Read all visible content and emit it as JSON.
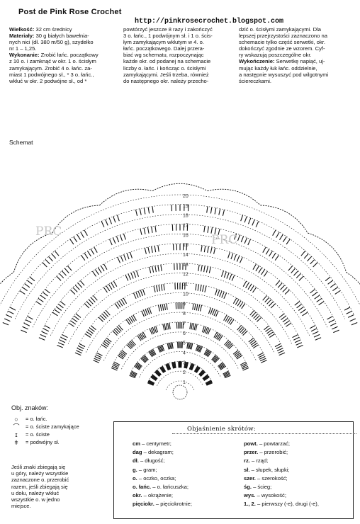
{
  "header": {
    "title": "Post de Pink Rose Crochet",
    "url": "http://pinkrosecrochet.blogspot.com"
  },
  "text": {
    "col1": [
      {
        "b": "Wielkość:",
        "t": " 32 cm średnicy"
      },
      {
        "b": "Materiały:",
        "t": " 30 g białych bawełnia-\nnych nici (dł. 380 m/50 g), szydełko\nnr 1 – 1,25."
      },
      {
        "b": "Wykonanie:",
        "t": " Zrobić łańc. początkowy\nz 10 o. i zamknąć w okr. 1 o. ścisłym\nzamykającym. Zrobić 4 o. łańc. za-\nmiast 1 podwójnego sł., * 3 o. łańc.,\nwkłuć w okr. 2 podwójne sł., od *"
      }
    ],
    "col2": "powtórzyć jeszcze 8 razy i zakończyć\n3 o. łańc., 1 podwójnym sł. i 1 o. ścis-\nłym zamykającym wkłutym w 4. o.\nłańc. początkowego. Dalej przera-\nbiać wg schematu, rozpoczynając\nkażde okr. od podanej na schemacie\nliczby o. łańc. i kończąc o. ścisłymi\nzamykającymi. Jeśli trzeba, również\ndo następnego okr. należy przecho-",
    "col3": [
      {
        "t": "dzić o. ścisłymi zamykającymi. Dla\nlepszej przejrzystości zaznaczono na\nschemacie tylko część serwetki, okr.\ndokończyć zgodnie ze wzorem. Cyf-\nry wskazują poszczególne okr."
      },
      {
        "b": "Wykończenie:",
        "t": " Serwetkę napiąć, uj-\nmując każdy łuk łańc. oddzielnie,\na następnie wysuszyć pod wilgotnymi\nściereczkami."
      }
    ]
  },
  "diagram": {
    "label": "Schemat",
    "watermark_left": "PRC",
    "watermark_right": "PRC",
    "round_numbers": [
      "20",
      "19",
      "18",
      "17",
      "16",
      "15",
      "14",
      "13",
      "12",
      "11",
      "10",
      "9",
      "8",
      "7",
      "6",
      "5",
      "4",
      "3",
      "2",
      "1"
    ]
  },
  "legend": {
    "title": "Obj. znaków:",
    "items": [
      {
        "sym": "○",
        "text": "= o. łańc."
      },
      {
        "sym": "⌒",
        "text": "= o. ściste zamykające"
      },
      {
        "sym": "ɪ",
        "text": "= o. ściste"
      },
      {
        "sym": "ǂ",
        "text": "= podwójny sł."
      }
    ],
    "note": "Jeśli znaki zbiegają się\nu góry, należy wszystkie\nzaznaczone o. przerobić\nrazem, jeśli zbiegają się\nu dołu, należy wkłuć\nwszystkie o. w jedno\nmiejsce."
  },
  "abbreviations": {
    "title": "Objaśnienie skrótów:",
    "left": [
      {
        "k": "cm",
        "v": " – centymetr;"
      },
      {
        "k": "dag",
        "v": " – dekagram;"
      },
      {
        "k": "dł.",
        "v": " – długość;"
      },
      {
        "k": "g.",
        "v": " – gram;"
      },
      {
        "k": "o.",
        "v": " – oczko, oczka;"
      },
      {
        "k": "o. łańc.",
        "v": " – o. łańcuszka;"
      },
      {
        "k": "okr.",
        "v": " – okrążenie;"
      },
      {
        "k": "pięciokr.",
        "v": " – pięciokrotnie;"
      }
    ],
    "right": [
      {
        "k": "powt.",
        "v": " – powtarzać;"
      },
      {
        "k": "przer.",
        "v": " – przerobić;"
      },
      {
        "k": "rz.",
        "v": " – rząd;"
      },
      {
        "k": "sł.",
        "v": " – słupek, słupki;"
      },
      {
        "k": "szer.",
        "v": " – szerokość;"
      },
      {
        "k": "śg.",
        "v": " – ścieg;"
      },
      {
        "k": "wys.",
        "v": " – wysokość;"
      },
      {
        "k": "1., 2.",
        "v": " – pierwszy (-e), drugi (-e),"
      }
    ]
  }
}
